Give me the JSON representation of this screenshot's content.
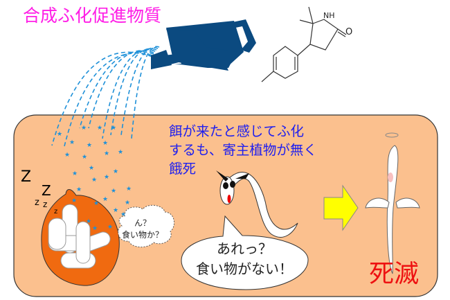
{
  "title": "合成ふ化促進物質",
  "molecule": {
    "nh_label": "NH",
    "o_label": "O"
  },
  "caption": "餌が来たと感じてふ化\nするも、寄主植物が無く\n餓死",
  "thought_bubble": "ん？\n食い物か？",
  "speech_bubble": "あれっ？\n食い物がない！",
  "sleep_text": [
    "Z",
    "Z",
    "z",
    "z",
    "z"
  ],
  "result_label": "死滅",
  "colors": {
    "title": "#FF1EE6",
    "caption": "#2020EE",
    "result": "#EE1111",
    "soil": "#FBC08E",
    "can": "#0B4A80",
    "egg": "#F06A10",
    "arrow": "#FFFF00"
  }
}
